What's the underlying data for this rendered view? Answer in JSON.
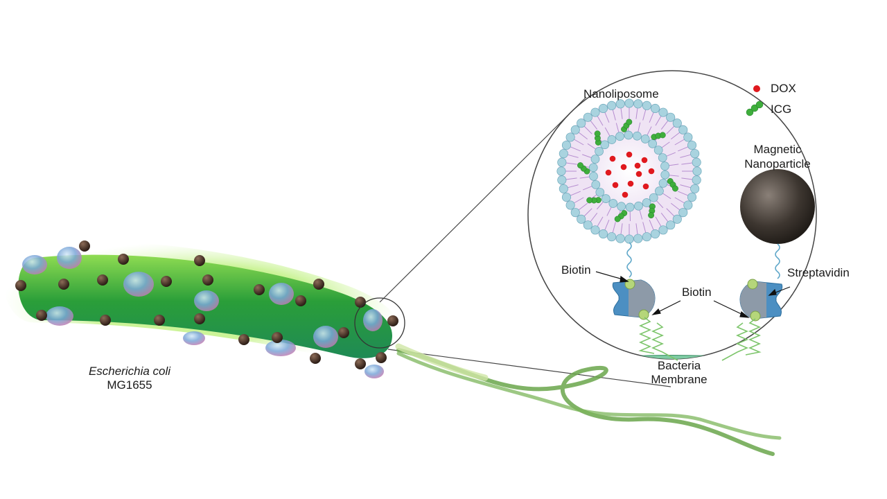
{
  "labels": {
    "species": "Escherichia coli",
    "strain": "MG1655",
    "nanoliposome": "Nanoliposome",
    "dox": "DOX",
    "icg": "ICG",
    "magnetic_line1": "Magnetic",
    "magnetic_line2": "Nanoparticle",
    "biotin_left": "Biotin",
    "biotin_center": "Biotin",
    "streptavidin": "Streptavidin",
    "membrane_line1": "Bacteria",
    "membrane_line2": "Membrane"
  },
  "colors": {
    "bacterium": "#2fa33a",
    "bacterium_glow": "#b9ef7a",
    "flagella": "#6aa64b",
    "lipid_head": "#a9d3df",
    "lipid_tail": "#b58ccf",
    "dox": "#e0191e",
    "icg": "#3fae3c",
    "streptavidin": "#4c8fc2",
    "biotin": "#b5d67a",
    "membrane": "#7ecba3",
    "nanoparticle": "#2f2a25"
  }
}
